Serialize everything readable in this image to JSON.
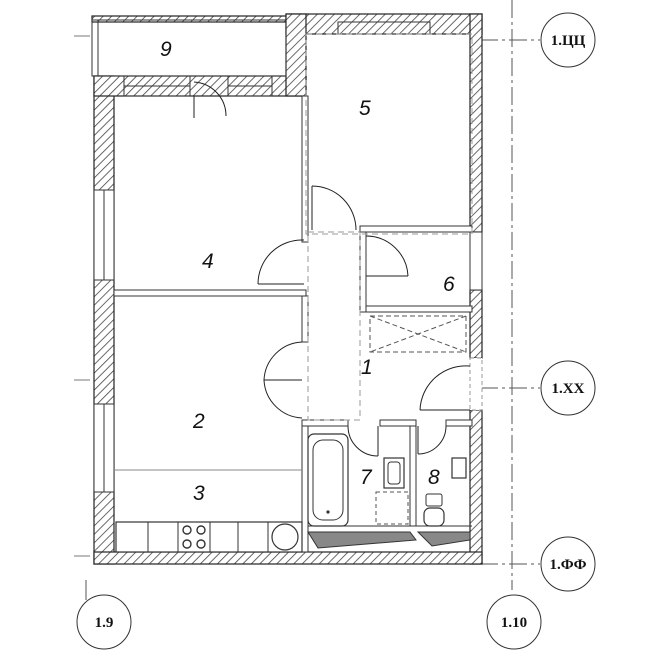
{
  "rooms": [
    {
      "id": "r9",
      "label": "9"
    },
    {
      "id": "r5",
      "label": "5"
    },
    {
      "id": "r4",
      "label": "4"
    },
    {
      "id": "r6",
      "label": "6"
    },
    {
      "id": "r1",
      "label": "1"
    },
    {
      "id": "r2",
      "label": "2"
    },
    {
      "id": "r3",
      "label": "3"
    },
    {
      "id": "r7",
      "label": "7"
    },
    {
      "id": "r8",
      "label": "8"
    }
  ],
  "axes": {
    "top_right": "1.ЦЦ",
    "mid_right": "1.XX",
    "bottom_right": "1.ФФ",
    "bottom_left": "1.9",
    "bottom_mid": "1.10"
  }
}
